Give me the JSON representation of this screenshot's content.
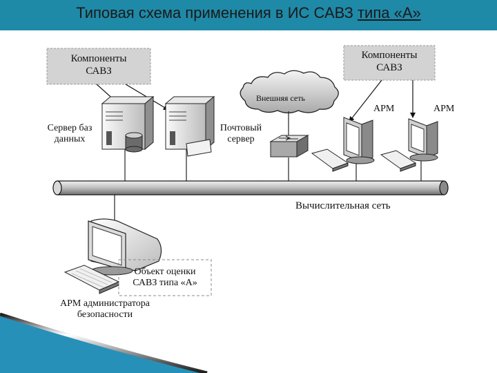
{
  "slide": {
    "title_main": "Типовая схема применения в ИС САВЗ ",
    "title_underlined": "типа «А»"
  },
  "diagram": {
    "components_left": [
      "Компоненты",
      "САВЗ"
    ],
    "components_right": [
      "Компоненты",
      "САВЗ"
    ],
    "external_network": "Внешняя сеть",
    "db_server": [
      "Сервер баз",
      "данных"
    ],
    "mail_server": [
      "Почтовый",
      "сервер"
    ],
    "arm_1": "АРМ",
    "arm_2": "АРМ",
    "network": "Вычислительная сеть",
    "object": [
      "Объект оценки",
      "САВЗ типа «А»"
    ],
    "admin": [
      "АРМ администратора",
      "безопасности"
    ]
  },
  "colors": {
    "title_bar": "#1f89a8",
    "component_box": "#d3d3d3",
    "bottom_accent": "#2790b8"
  }
}
